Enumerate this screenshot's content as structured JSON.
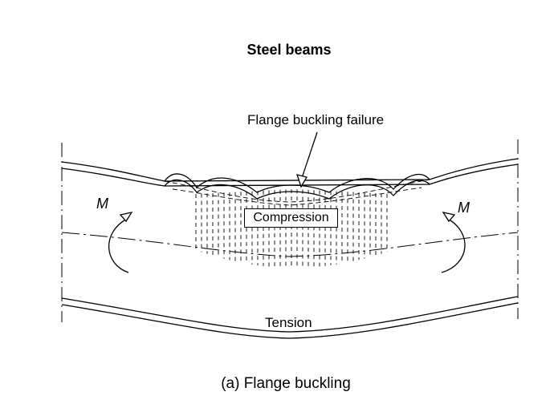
{
  "title": "Steel beams",
  "caption": "(a) Flange buckling",
  "labels": {
    "failure": "Flange buckling failure",
    "compression": "Compression",
    "tension": "Tension",
    "moment_left": "M",
    "moment_right": "M"
  }
}
